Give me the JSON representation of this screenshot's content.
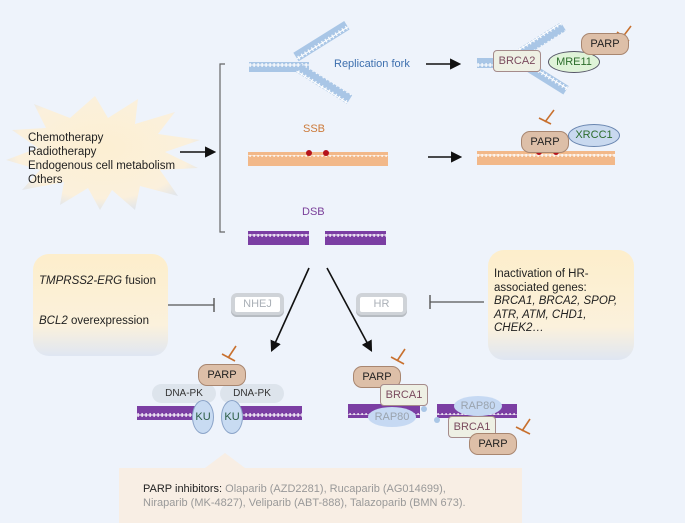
{
  "causes": {
    "items": [
      "Chemotherapy",
      "Radiotherapy",
      "Endogenous cell metabolism",
      "Others"
    ]
  },
  "damage_types": {
    "replication_fork": "Replication fork",
    "ssb": "SSB",
    "dsb": "DSB"
  },
  "proteins": {
    "brca2": "BRCA2",
    "mre11": "MRE11",
    "parp": "PARP",
    "xrcc1": "XRCC1",
    "dna_pk": "DNA-PK",
    "ku": "KU",
    "brca1": "BRCA1",
    "rap80": "RAP80"
  },
  "pathways": {
    "nhej": "NHEJ",
    "hr": "HR"
  },
  "left_box": {
    "line1_italic": "TMPRSS2-ERG",
    "line1_rest": " fusion",
    "line2_italic": "BCL2",
    "line2_rest": " overexpression"
  },
  "right_box": {
    "intro_line1": "Inactivation of HR-",
    "intro_line2": "associated genes:",
    "genes_line1": "BRCA1, BRCA2, SPOP,",
    "genes_line2": "ATR, ATM, CHD1,",
    "genes_line3": "CHEK2…"
  },
  "inhibitors": {
    "heading": "PARP inhibitors:",
    "line1": " Olaparib (AZD2281), Rucaparib (AG014699),",
    "line2": "Niraparib (MK-4827), Veliparib (ABT-888), Talazoparib (BMN 673)."
  },
  "colors": {
    "fork_dna": "#a9c6e6",
    "ssb_dna": "#f2b889",
    "dsb_dna": "#7b3ea3",
    "lesion": "#b5121b",
    "inhibit_mark": "#c8702e",
    "parp": "#ddbfa8"
  }
}
